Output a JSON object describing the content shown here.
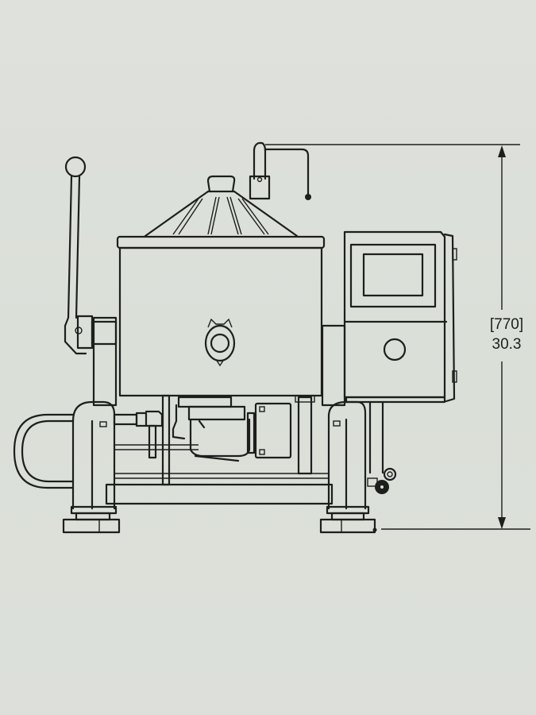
{
  "drawing": {
    "subject": "Kettle mixer machine with control panel – side elevation",
    "background_color": "#dcdfd9",
    "line_color": "#1d1f1d",
    "dimensions": {
      "overall_height": {
        "mm_label": "[770]",
        "inch_label": "30.3"
      }
    },
    "components": [
      "tilt-handle-lever",
      "conical-lid",
      "probe-sensor",
      "tank-body",
      "tri-clamp-outlet",
      "control-panel-hmi-screen",
      "control-panel-button",
      "motor-gearbox",
      "junction-box",
      "frame-legs",
      "leveling-feet",
      "u-pipe-loop",
      "caster-wheels"
    ]
  }
}
